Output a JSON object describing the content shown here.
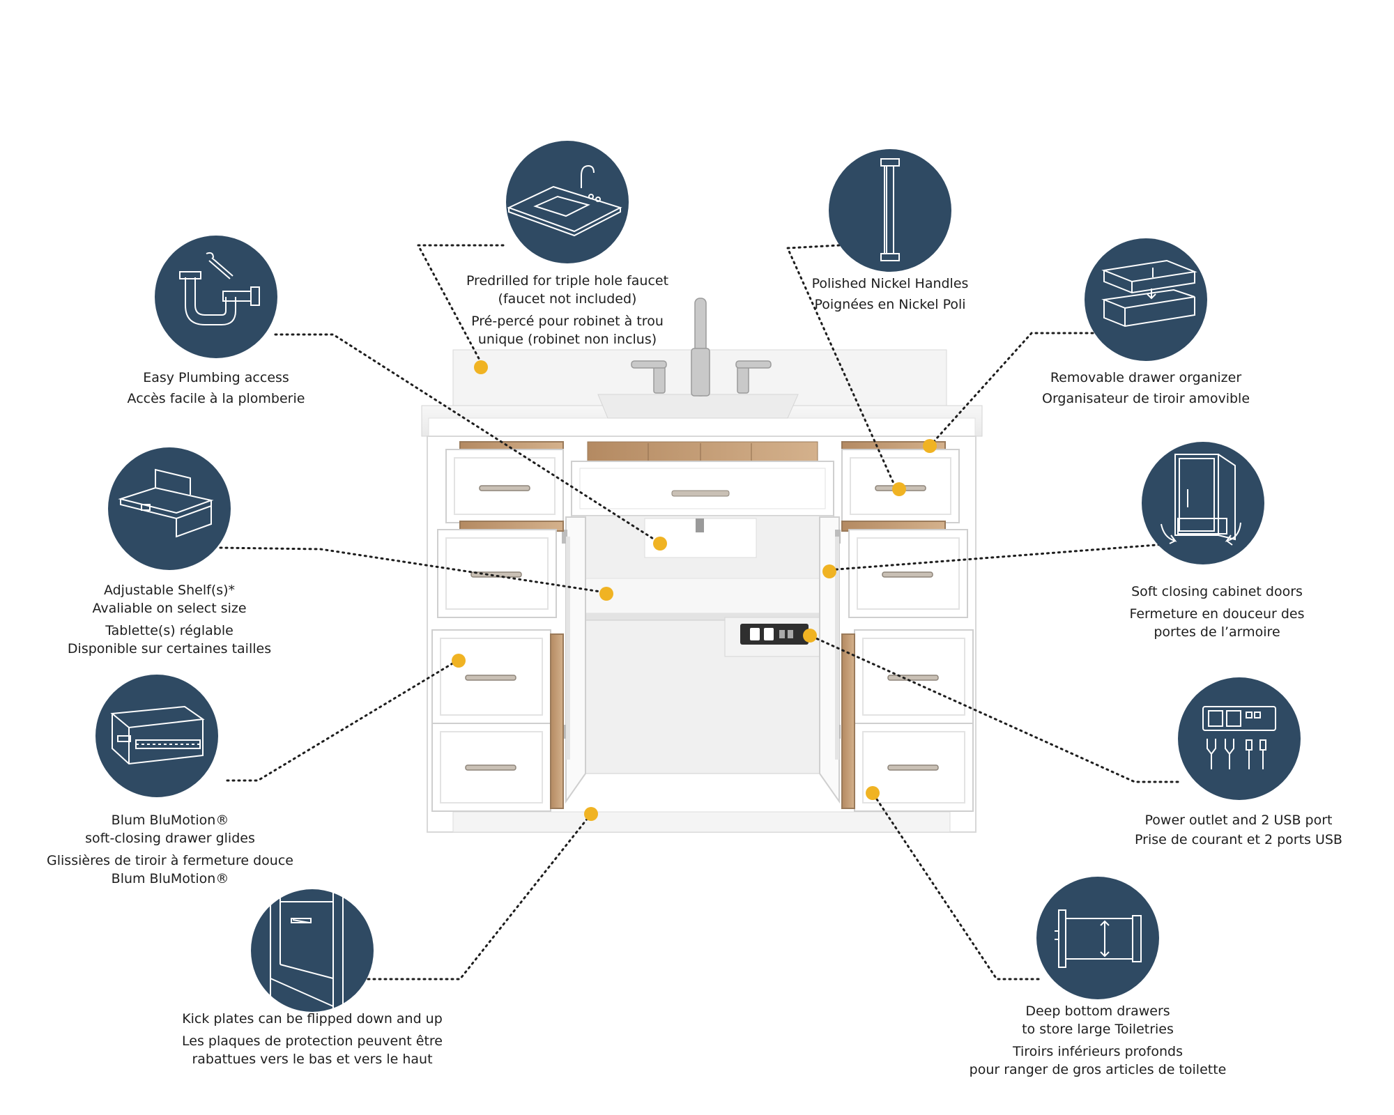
{
  "features": {
    "faucet": {
      "en": [
        "Predrilled for triple hole faucet",
        "(faucet not included)"
      ],
      "fr": [
        "Pré-percé pour robinet à trou",
        "unique (robinet non inclus)"
      ],
      "icon": "sink-faucet-icon"
    },
    "handles": {
      "en": [
        "Polished Nickel Handles"
      ],
      "fr": [
        "Poignées en Nickel Poli"
      ],
      "icon": "bar-handle-icon"
    },
    "plumbing": {
      "en": [
        "Easy Plumbing access"
      ],
      "fr": [
        "Accès facile à la plomberie"
      ],
      "icon": "pipe-wrench-icon"
    },
    "organizer": {
      "en": [
        "Removable drawer organizer"
      ],
      "fr": [
        "Organisateur de tiroir amovible"
      ],
      "icon": "drawer-organizer-icon"
    },
    "shelf": {
      "en": [
        "Adjustable Shelf(s)*",
        "Avaliable on select size"
      ],
      "fr": [
        "Tablette(s) réglable",
        "Disponible sur certaines tailles"
      ],
      "icon": "shelf-icon"
    },
    "doors": {
      "en": [
        "Soft closing cabinet doors"
      ],
      "fr": [
        "Fermeture en douceur des",
        "portes de l’armoire"
      ],
      "icon": "soft-close-door-icon"
    },
    "glides": {
      "en": [
        "Blum BluMotion®",
        "soft-closing drawer glides"
      ],
      "fr": [
        "Glissières de tiroir à fermeture douce",
        "Blum BluMotion®"
      ],
      "icon": "drawer-glide-icon"
    },
    "outlet": {
      "en": [
        "Power outlet and 2 USB port"
      ],
      "fr": [
        "Prise de courant et 2 ports USB"
      ],
      "icon": "power-outlet-usb-icon"
    },
    "kick": {
      "en": [
        "Kick plates can be flipped down and up"
      ],
      "fr": [
        "Les plaques de protection peuvent être",
        "rabattues vers le bas et vers le haut"
      ],
      "icon": "kick-plate-icon"
    },
    "deep": {
      "en": [
        "Deep bottom drawers",
        "to store large Toiletries"
      ],
      "fr": [
        "Tiroirs inférieurs profonds",
        "pour ranger de gros articles de toilette"
      ],
      "icon": "deep-drawer-icon"
    }
  },
  "colors": {
    "circle": "#2f4a63",
    "dot": "#f0b323",
    "line": "#1d1d1d",
    "cabinet": "#ffffff",
    "interior_wood": "#c8a27c"
  }
}
